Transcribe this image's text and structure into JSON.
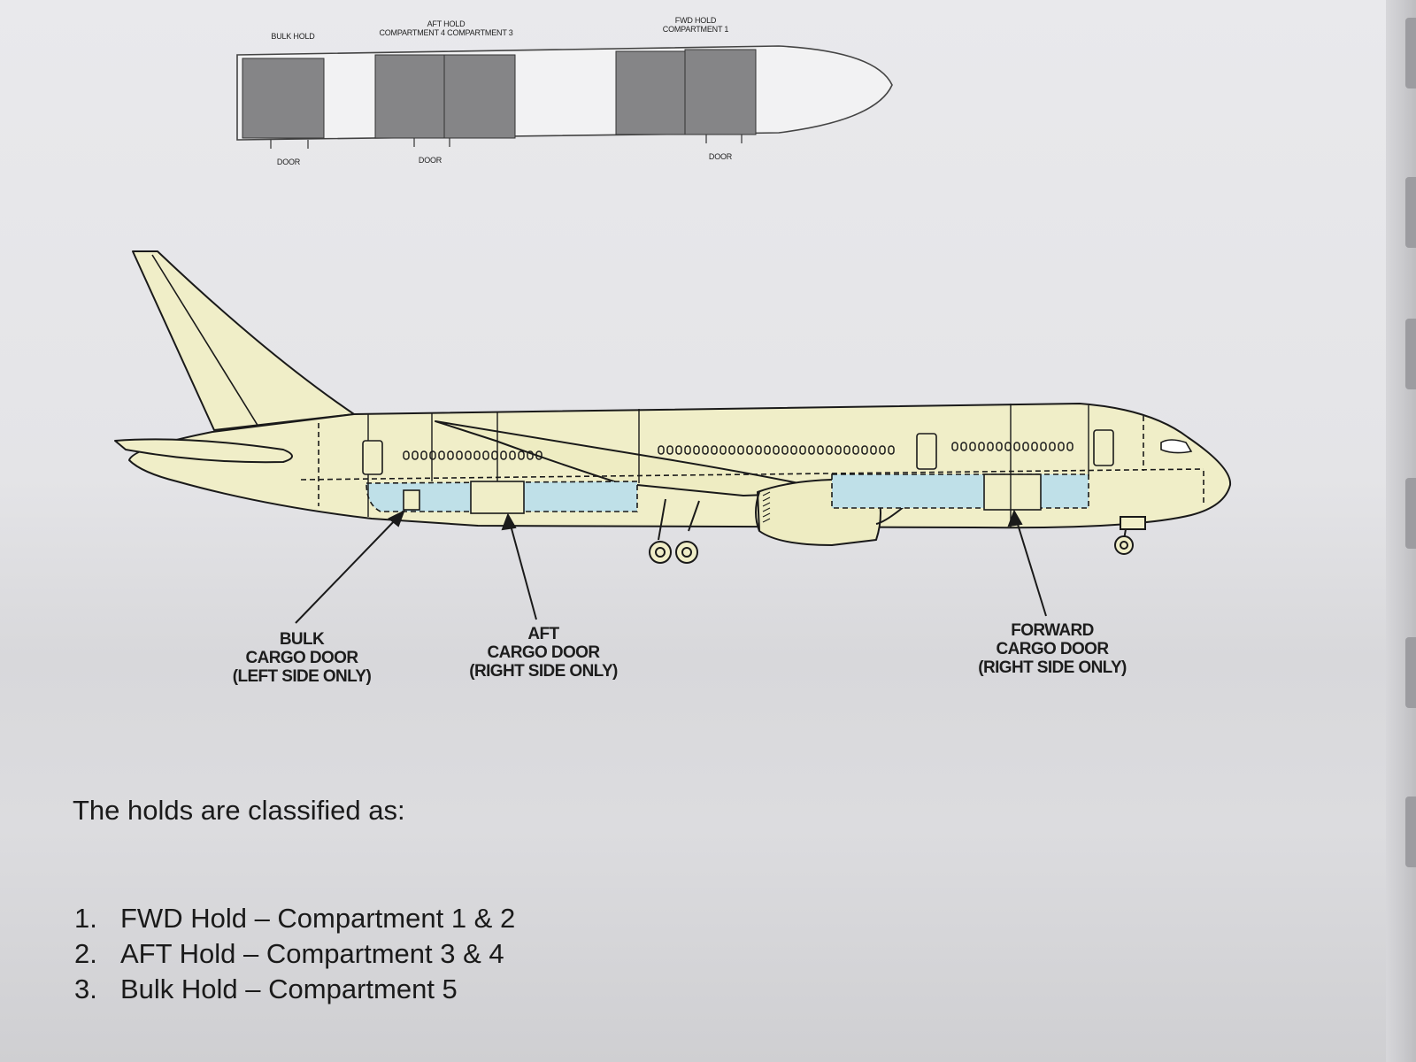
{
  "top_diagram": {
    "label_bulk_hold": "BULK HOLD",
    "label_aft_hold_line1": "AFT HOLD",
    "label_aft_hold_line2": "COMPARTMENT 4  COMPARTMENT 3",
    "label_fwd_hold_line1": "FWD HOLD",
    "label_fwd_hold_line2": "COMPARTMENT 1",
    "door_labels": [
      "DOOR",
      "DOOR",
      "DOOR"
    ]
  },
  "airplane": {
    "fuselage_color": "#f0eec8",
    "hold_color": "#bfe0e8",
    "callouts": [
      {
        "line1": "BULK",
        "line2": "CARGO DOOR",
        "line3": "(LEFT SIDE ONLY)"
      },
      {
        "line1": "AFT",
        "line2": "CARGO DOOR",
        "line3": "(RIGHT SIDE ONLY)"
      },
      {
        "line1": "FORWARD",
        "line2": "CARGO DOOR",
        "line3": "(RIGHT SIDE ONLY)"
      }
    ]
  },
  "intro_text": "The holds are classified as:",
  "holds": [
    {
      "num": "1.",
      "text": "FWD Hold – Compartment 1 & 2"
    },
    {
      "num": "2.",
      "text": "AFT Hold – Compartment 3 & 4"
    },
    {
      "num": "3.",
      "text": "Bulk Hold – Compartment 5"
    }
  ]
}
